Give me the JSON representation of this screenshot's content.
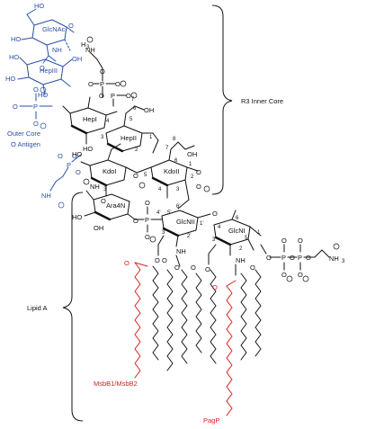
{
  "labels": {
    "r3_inner_core": "R3 Inner Core",
    "outer_core": "Outer Core",
    "o_antigen": "O Antigen",
    "lipid_a": "Lipid A",
    "msbb": "MsbB1/MsbB2",
    "pagp": "PagP"
  },
  "sugars": {
    "glcnac_top": "GlcNAc",
    "hep3": "HepIII",
    "hep1": "HepI",
    "hep2": "HepII",
    "kdo1": "KdoI",
    "kdo2": "KdoII",
    "ara4n": "Ara4N",
    "glcn1": "GlcNI",
    "glcn2": "GlcNII"
  },
  "atoms": {
    "ho": "HO",
    "oh": "OH",
    "o": "O",
    "p": "P",
    "nh": "NH",
    "nh2": "NH",
    "nh3": "NH",
    "h2n": "H",
    "minus": "−",
    "plus": "+",
    "sub2": "2",
    "sub3": "3",
    "ho_o": "HO"
  },
  "numbers": {
    "n1": "1",
    "n2": "2",
    "n3": "3",
    "n4": "4",
    "n5": "5",
    "n6": "6",
    "n7": "7",
    "n8": "8",
    "n3p": "3'",
    "n4p": "4'",
    "n5p": "5'",
    "n6p": "6'",
    "n1p": "1'",
    "n2p": "2'"
  },
  "colors": {
    "black": "#111111",
    "blue": "#2a4fa8",
    "red": "#d62020"
  }
}
